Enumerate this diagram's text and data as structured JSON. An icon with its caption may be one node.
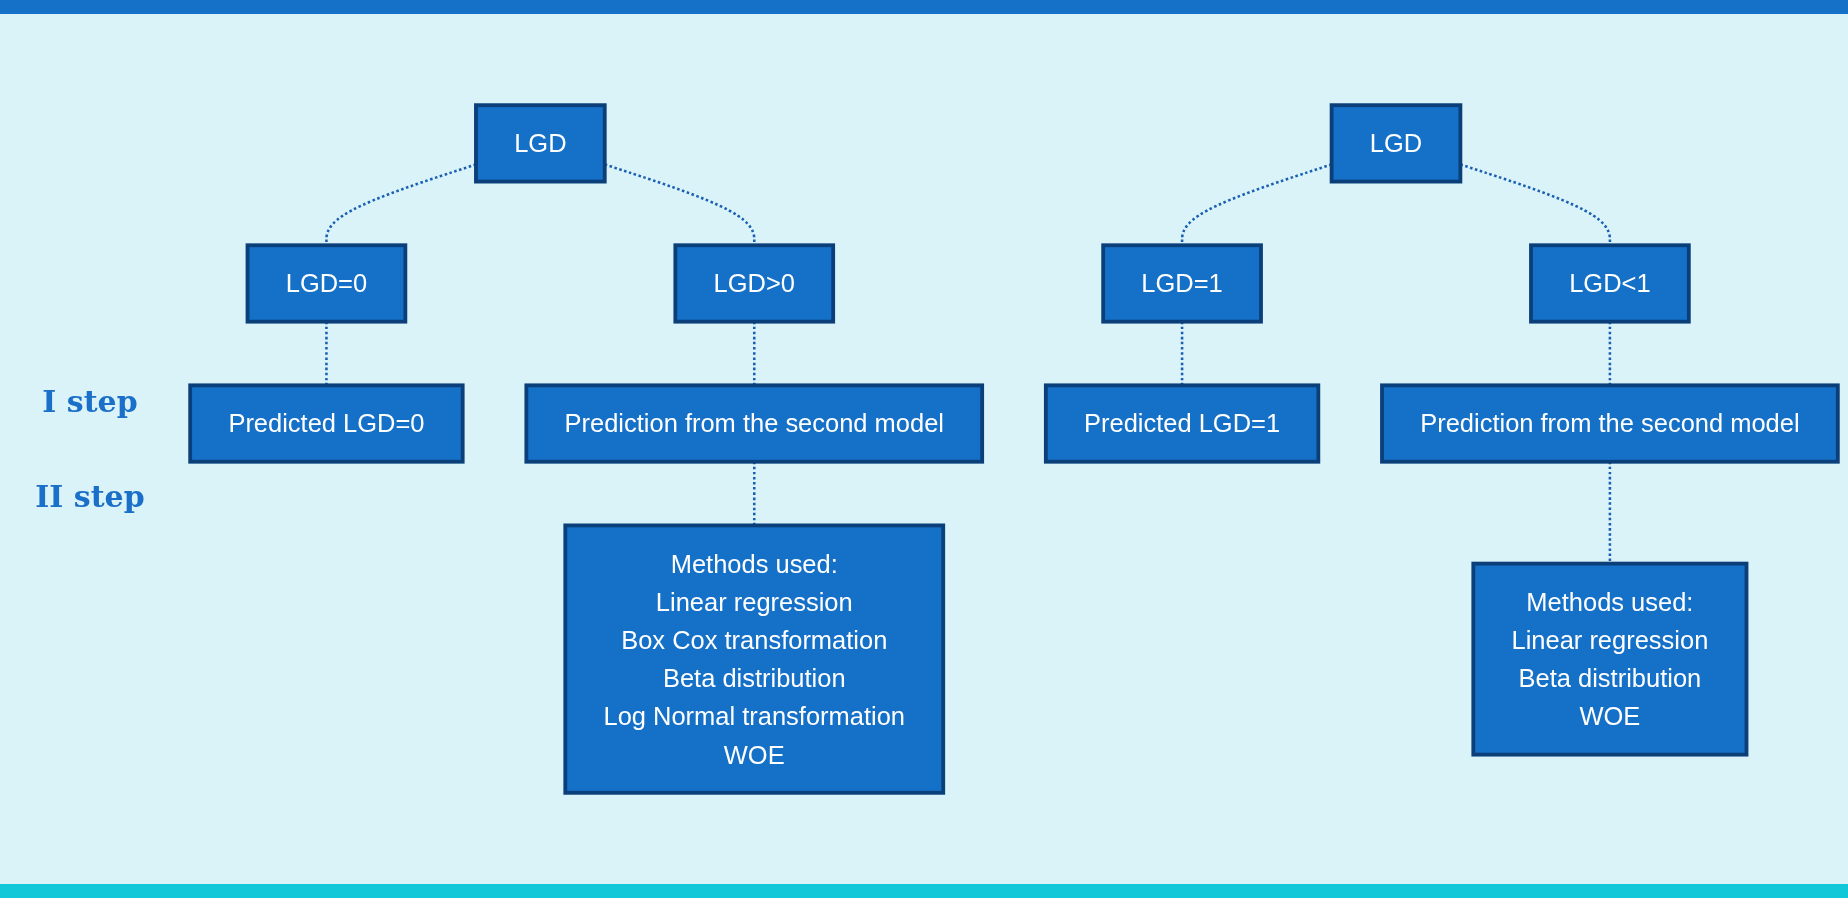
{
  "diagram": {
    "nodes": [
      {
        "text": [
          "LGD"
        ]
      },
      {
        "text": [
          "LGD=0"
        ]
      },
      {
        "text": [
          "LGD>0"
        ]
      },
      {
        "text": [
          "Predicted LGD=0"
        ]
      },
      {
        "text": [
          "Prediction from the second model"
        ]
      },
      {
        "text": [
          "Methods used:",
          "Linear regression",
          "Box Cox transformation",
          "Beta distribution",
          "Log Normal transformation",
          "WOE"
        ]
      },
      {
        "text": [
          "LGD"
        ]
      },
      {
        "text": [
          "LGD=1"
        ]
      },
      {
        "text": [
          "LGD<1"
        ]
      },
      {
        "text": [
          "Predicted LGD=1"
        ]
      },
      {
        "text": [
          "Prediction from the second model"
        ]
      },
      {
        "text": [
          "Methods used:",
          "Linear regression",
          "Beta distribution",
          "WOE"
        ]
      }
    ],
    "edges": [
      {
        "from": 0,
        "to": 1,
        "arrow": "none",
        "style": "dashed"
      },
      {
        "from": 0,
        "to": 2,
        "arrow": "none",
        "style": "dashed"
      },
      {
        "from": 1,
        "to": 3,
        "arrow": "none",
        "style": "dashed"
      },
      {
        "from": 2,
        "to": 4,
        "arrow": "none",
        "style": "dashed"
      },
      {
        "from": 4,
        "to": 5,
        "arrow": "none",
        "style": "dashed"
      },
      {
        "from": 6,
        "to": 7,
        "arrow": "none",
        "style": "dashed"
      },
      {
        "from": 6,
        "to": 8,
        "arrow": "none",
        "style": "dashed"
      },
      {
        "from": 7,
        "to": 9,
        "arrow": "none",
        "style": "dashed"
      },
      {
        "from": 8,
        "to": 10,
        "arrow": "none",
        "style": "dashed"
      },
      {
        "from": 10,
        "to": 11,
        "arrow": "none",
        "style": "dashed"
      }
    ],
    "labels": [
      "I step",
      "II step"
    ]
  }
}
